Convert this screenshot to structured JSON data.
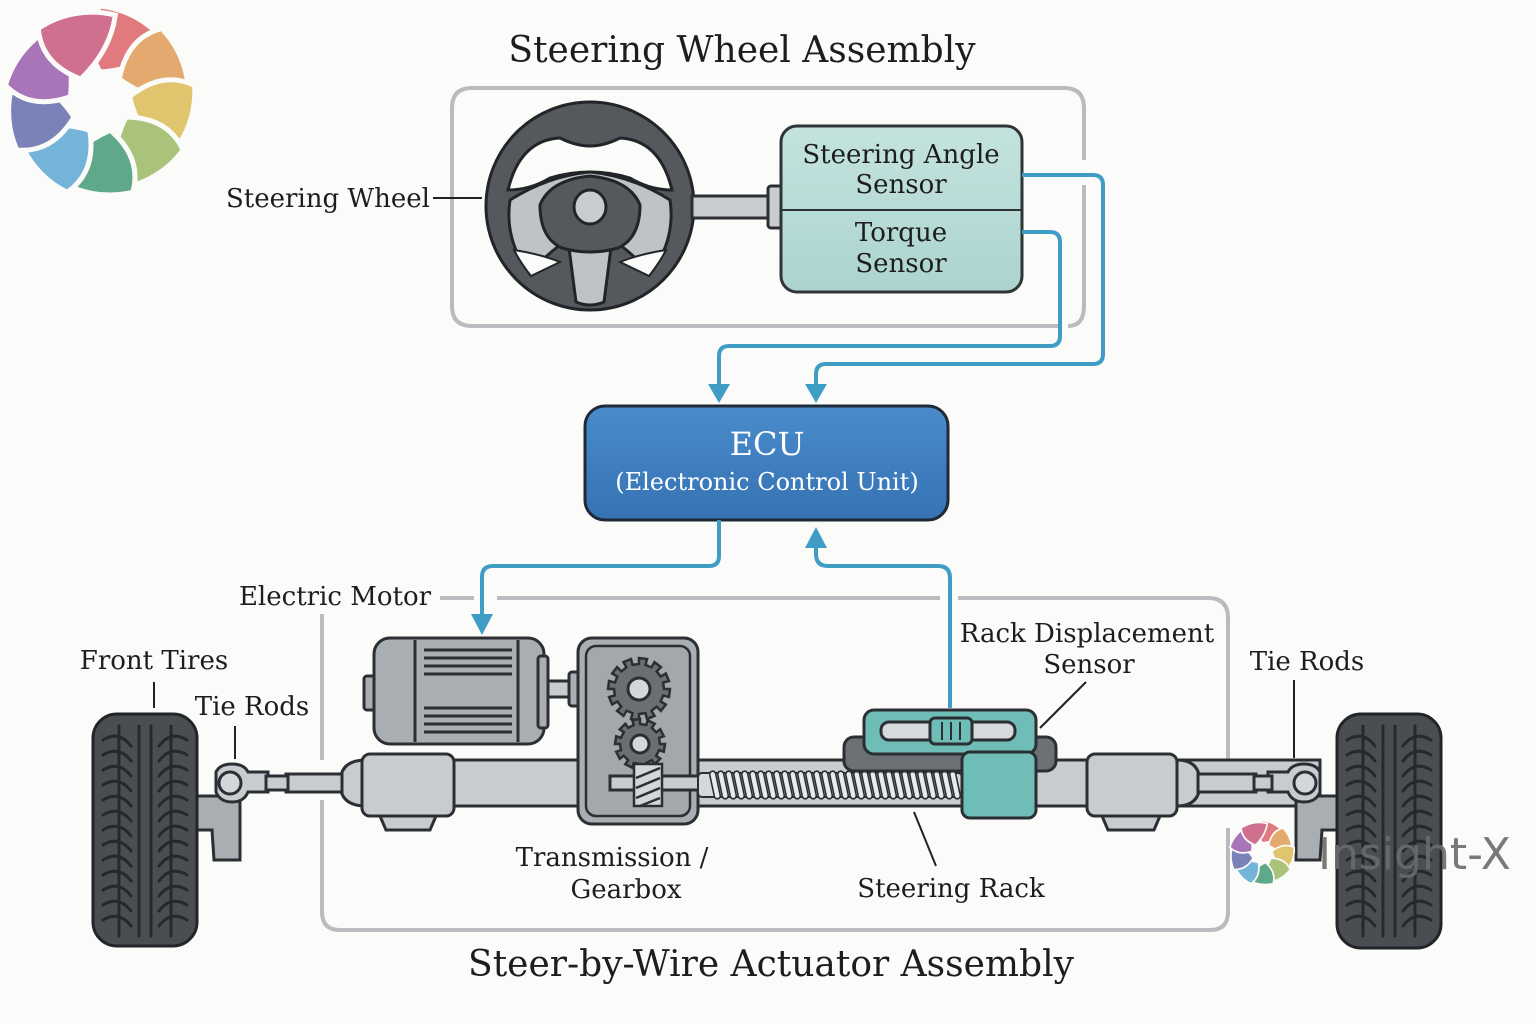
{
  "logo": {
    "name": "Insight-X pinwheel logo",
    "colors": [
      "#e07a7f",
      "#e3a96f",
      "#e0c46e",
      "#a9c47a",
      "#5fa88a",
      "#73b4d8",
      "#7a82b8",
      "#a875b8",
      "#d0708f"
    ]
  },
  "watermark": {
    "text": "Insight-X"
  },
  "titles": {
    "top": "Steering Wheel Assembly",
    "bottom": "Steer-by-Wire Actuator Assembly"
  },
  "sensor_box": {
    "angle_line1": "Steering Angle",
    "angle_line2": "Sensor",
    "torque_line1": "Torque",
    "torque_line2": "Sensor"
  },
  "ecu": {
    "line1": "ECU",
    "line2": "(Electronic Control Unit)"
  },
  "labels": {
    "steering_wheel": "Steering Wheel",
    "electric_motor": "Electric Motor",
    "front_tires": "Front Tires",
    "tie_rods_left": "Tie Rods",
    "tie_rods_right": "Tie Rods",
    "rack_sensor_line1": "Rack Displacement",
    "rack_sensor_line2": "Sensor",
    "transmission_line1": "Transmission /",
    "transmission_line2": "Gearbox",
    "steering_rack": "Steering Rack"
  },
  "colors": {
    "wire": "#3f9cc4",
    "ecu_fill": "#3f7fc0",
    "sensor_fill": "#b9ddd8",
    "rack_sensor_fill": "#6fbdb7",
    "frame": "#b9bcbe"
  },
  "connections": [
    {
      "from": "Steering Angle Sensor",
      "to": "ECU"
    },
    {
      "from": "Torque Sensor",
      "to": "ECU"
    },
    {
      "from": "ECU",
      "to": "Electric Motor"
    },
    {
      "from": "Rack Displacement Sensor",
      "to": "ECU"
    }
  ]
}
